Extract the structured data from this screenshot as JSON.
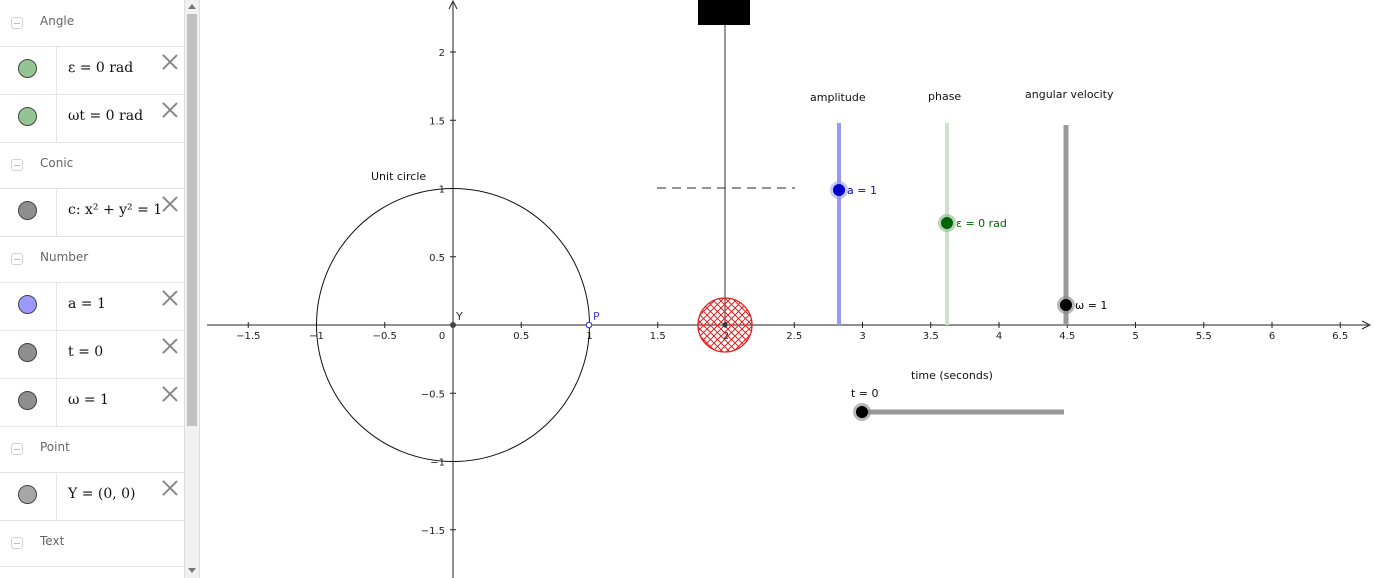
{
  "algebra": {
    "categories": [
      {
        "label": "Angle",
        "items": [
          {
            "expr": "ε = 0 rad",
            "color": "#93c593"
          },
          {
            "expr": "ωt = 0 rad",
            "color": "#93c593"
          }
        ]
      },
      {
        "label": "Conic",
        "items": [
          {
            "expr": "c: x² + y² = 1",
            "color": "#8e8e8e"
          }
        ]
      },
      {
        "label": "Number",
        "items": [
          {
            "expr": "a = 1",
            "color": "#9999ff"
          },
          {
            "expr": "t = 0",
            "color": "#8e8e8e"
          },
          {
            "expr": "ω = 1",
            "color": "#8e8e8e"
          }
        ]
      },
      {
        "label": "Point",
        "items": [
          {
            "expr": "Y = (0, 0)",
            "color": "#a6a6a6"
          }
        ]
      },
      {
        "label": "Text",
        "items": []
      }
    ]
  },
  "graphics": {
    "x_ticks": [
      "−1.5",
      "−1",
      "−0.5",
      "0",
      "0.5",
      "1",
      "1.5",
      "2",
      "2.5",
      "3",
      "3.5",
      "4",
      "4.5",
      "5",
      "5.5",
      "6",
      "6.5"
    ],
    "y_ticks": [
      "2",
      "1.5",
      "1",
      "0.5",
      "−0.5",
      "−1",
      "−1.5"
    ],
    "labels": {
      "unit_circle": "Unit circle",
      "point_y": "Y",
      "point_p": "P",
      "amplitude": "amplitude",
      "phase": "phase",
      "angular_velocity": "angular velocity",
      "time_axis": "time (seconds)"
    },
    "sliders": {
      "amplitude": {
        "label": "a = 1",
        "color": "#0000cc",
        "fraction": 0.5
      },
      "phase": {
        "label": "ε = 0 rad",
        "color": "#006400",
        "fraction": 0.5
      },
      "angular_velocity": {
        "label": "ω = 1",
        "color": "#000000",
        "fraction": 0.1
      },
      "time": {
        "label": "t = 0",
        "fraction": 0
      }
    },
    "colors": {
      "amplitude_track": "#9999f2",
      "phase_track": "#cfe0cf",
      "angular_track": "#9a9a9a",
      "time_track": "#9a9a9a",
      "weight": "#e02020"
    }
  }
}
